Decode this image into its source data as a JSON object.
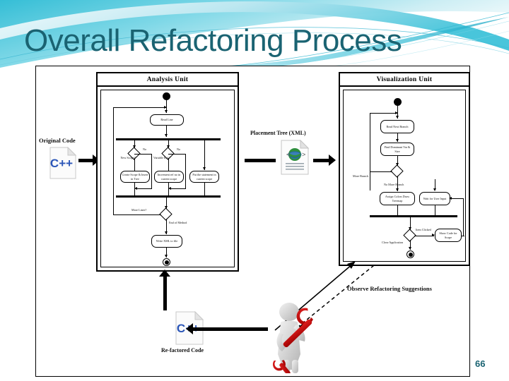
{
  "slide": {
    "title": "Overall Refactoring Process",
    "page_number": "66",
    "accent_color": "#1a6372",
    "swoosh_color": "#4ec6dd"
  },
  "diagram": {
    "analysis_unit": {
      "title": "Analysis Unit",
      "nodes": {
        "read_line": "Read Line",
        "new_scope": "New Scope?",
        "variable_ref": "Variable Ref ?",
        "create_scope": "Create Scope & Insert in Tree",
        "increment_ref": "Increment ref no in current scope",
        "put_statement": "Put the statement in current scope",
        "more_lines": "More Lines?",
        "end_of_method": "End of Method",
        "write_xml": "Write XML to file"
      },
      "guards": {
        "new_scope_no": "No",
        "variable_ref_no": "No"
      }
    },
    "visualization_unit": {
      "title": "Visualization Unit",
      "nodes": {
        "read_next_branch": "Read Next Branch",
        "find_dominant": "Find Dominant Var & Size",
        "assign_colors": "Assign Colors Draw Treemap",
        "wait_for_user": "Wait for User Input",
        "show_code": "Show Code for Scope"
      },
      "guards": {
        "more_branch": "More Branch",
        "no_more_branch": "No More Branch",
        "item_clicked": "Item Clicked",
        "close_application": "Close Application"
      }
    },
    "artifacts": {
      "original_code": "Original Code",
      "placement_tree": "Placement Tree (XML)",
      "refactored_code": "Re-factored Code",
      "observe_suggestions": "Observe Refactoring Suggestions",
      "cpp_label": "C++"
    }
  }
}
